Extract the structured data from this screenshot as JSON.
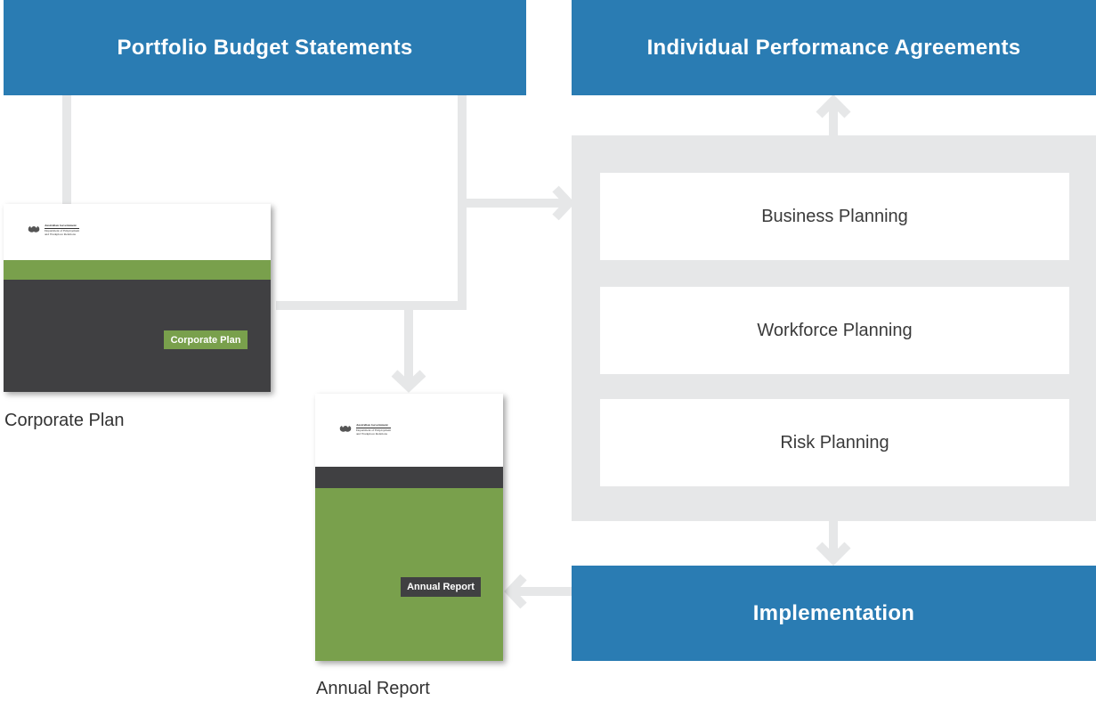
{
  "boxes": {
    "portfolio_budget": "Portfolio Budget Statements",
    "individual_performance": "Individual Performance Agreements",
    "implementation": "Implementation"
  },
  "planning": {
    "items": [
      "Business Planning",
      "Workforce Planning",
      "Risk Planning"
    ]
  },
  "corporate_plan": {
    "logo_line1": "Australian Government",
    "logo_line2": "Department of Employment",
    "logo_line3": "and Workplace Relations",
    "cover_label": "Corporate Plan",
    "caption": "Corporate Plan"
  },
  "annual_report": {
    "logo_line1": "Australian Government",
    "logo_line2": "Department of Employment",
    "logo_line3": "and Workplace Relations",
    "cover_label": "Annual Report",
    "caption": "Annual Report"
  },
  "colors": {
    "blue": "#2a7cb3",
    "green": "#79a04c",
    "dark": "#404042",
    "connector": "#e6e7e8"
  }
}
